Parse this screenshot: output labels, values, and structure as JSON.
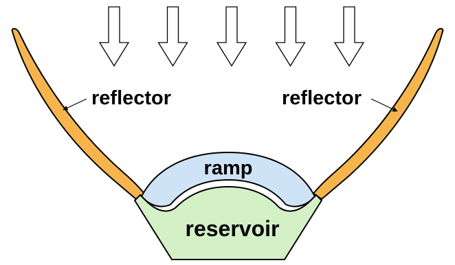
{
  "labels": {
    "reflector_left": "reflector",
    "reflector_right": "reflector",
    "ramp": "ramp",
    "reservoir": "reservoir"
  },
  "colors": {
    "reflector": "#f6b54c",
    "ramp": "#cfe3f7",
    "reservoir": "#d3f0c6",
    "outline": "#000000",
    "arrow_fill": "#ffffff"
  },
  "incoming_arrow_count": 5
}
